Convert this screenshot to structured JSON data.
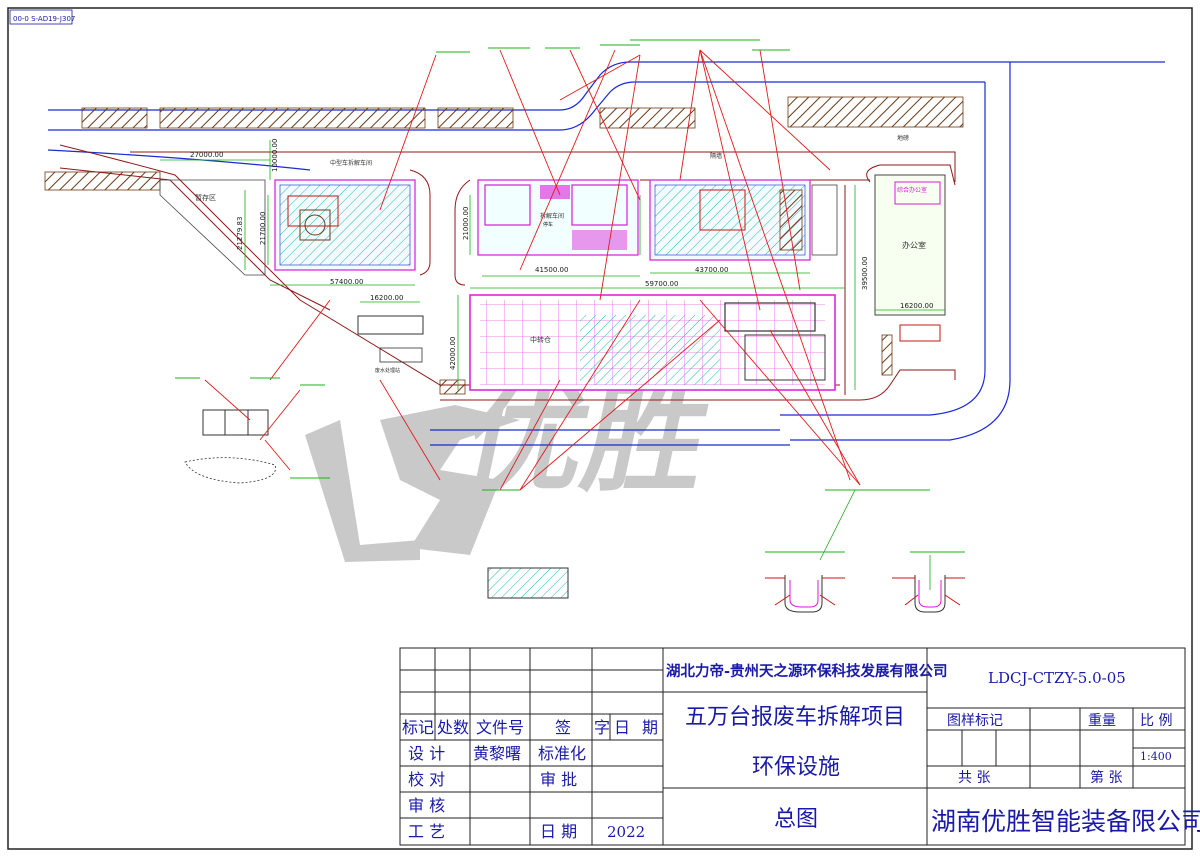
{
  "corner_code": "00-0 S-AD19-J307",
  "labels": {
    "dim_27000": "27000.00",
    "dim_10000": "10000.00",
    "dim_21279": "21279.83",
    "dim_21700": "21700.00",
    "dim_21000": "21000.00",
    "dim_57400": "57400.00",
    "dim_16200a": "16200.00",
    "dim_41500": "41500.00",
    "dim_59700": "59700.00",
    "dim_43700": "43700.00",
    "dim_39500": "39500.00",
    "dim_42000": "42000.00",
    "dim_16200b": "16200.00",
    "storage": "暂存区",
    "hall_small": "中型车拆解车间",
    "hall_mid": "拆解车间",
    "gate": "隔墙",
    "office": "办公室",
    "office2": "综合办公室",
    "parking": "停车",
    "warehouse": "中转仓",
    "scale": "地磅",
    "ww": "废水处理站"
  },
  "title_block": {
    "client": "湖北力帝-贵州天之源环保科技发展有限公司",
    "project": "五万台报废车拆解项目",
    "subject": "环保设施",
    "drawing": "总图",
    "company": "湖南优胜智能装备限公司",
    "drawing_no": "LDCJ-CTZY-5.0-05",
    "rev_headers": [
      "标记",
      "处数",
      "文件号",
      "签",
      "字",
      "日",
      "期"
    ],
    "design_label": "设 计",
    "designer": "黄黎曙",
    "standard_label": "标准化",
    "check_label": "校 对",
    "approve_label": "审 批",
    "review_label": "审 核",
    "process_label": "工 艺",
    "date_label": "日 期",
    "year": "2022",
    "mark_label": "图样标记",
    "weight_label": "重量",
    "scale_label": "比 例",
    "scale_value": "1:400",
    "total_label": "共 张",
    "sheet_label": "第 张"
  },
  "watermark": "优胜",
  "colors": {
    "road": "#1a2ad6",
    "wall": "#c81414",
    "leader": "#e01c1c",
    "dim": "#17b317",
    "building": "#d81ad8",
    "hatch": "#6b3a14",
    "hatch2": "#28b7b7",
    "title_ink": "#1a1aa8"
  }
}
